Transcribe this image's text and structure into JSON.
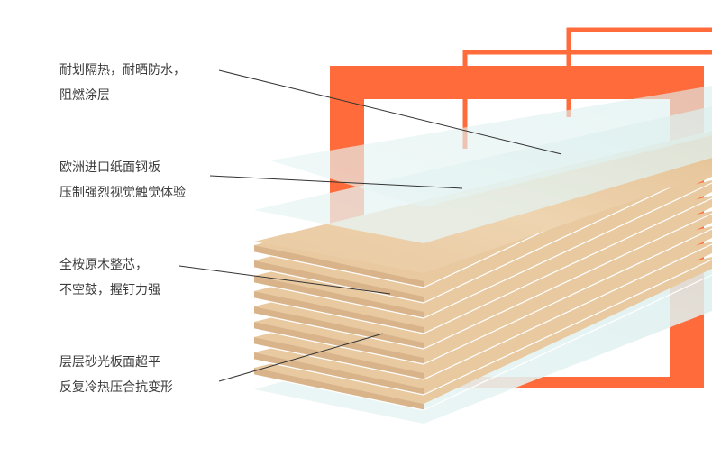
{
  "colors": {
    "accent": "#FF6B3B",
    "wood": "#E8C9A0",
    "wood_edge": "#D9B48A",
    "film": "#DDF0EF",
    "text": "#3c3c3c"
  },
  "callouts": [
    {
      "line1": "耐划隔热，耐晒防水，",
      "line2": "阻燃涂层"
    },
    {
      "line1": "欧洲进口纸面钢板",
      "line2": "压制强烈视觉触觉体验"
    },
    {
      "line1": "全桉原木整芯，",
      "line2": "不空鼓，握钉力强"
    },
    {
      "line1": "层层砂光板面超平",
      "line2": "反复冷热压合抗变形"
    }
  ]
}
